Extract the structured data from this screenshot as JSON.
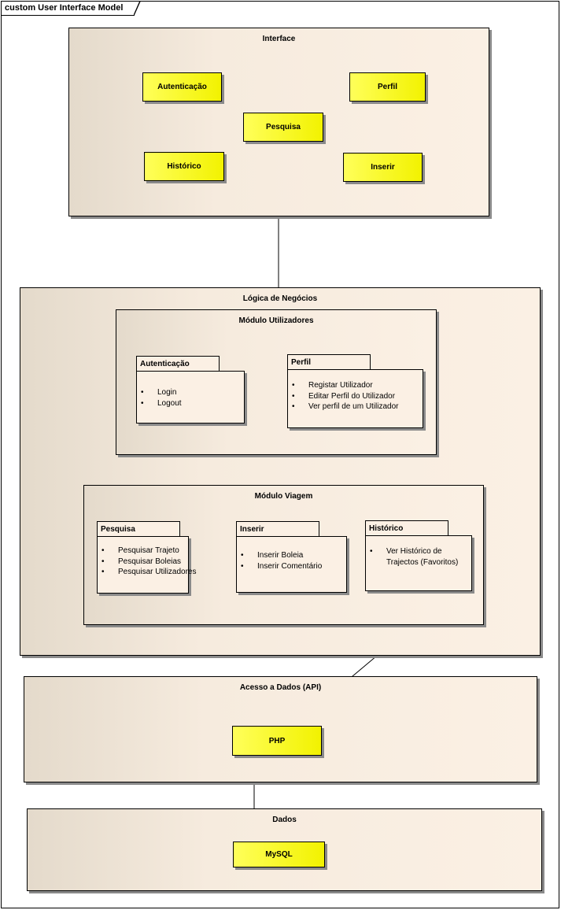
{
  "frame_title": "custom User Interface Model",
  "interface": {
    "title": "Interface",
    "components": [
      "Autenticação",
      "Perfil",
      "Pesquisa",
      "Histórico",
      "Inserir"
    ]
  },
  "logica": {
    "title": "Lógica de Negócios",
    "modulo_utilizadores": {
      "title": "Módulo Utilizadores",
      "autenticacao": {
        "title": "Autenticação",
        "items": [
          "Login",
          "Logout"
        ]
      },
      "perfil": {
        "title": "Perfil",
        "items": [
          "Registar Utilizador",
          "Editar Perfil do Utilizador",
          "Ver perfil de um Utilizador"
        ]
      }
    },
    "modulo_viagem": {
      "title": "Módulo Viagem",
      "pesquisa": {
        "title": "Pesquisa",
        "items": [
          "Pesquisar Trajeto",
          "Pesquisar Boleias",
          "Pesquisar Utilizadores"
        ]
      },
      "inserir": {
        "title": "Inserir",
        "items": [
          "Inserir Boleia",
          "Inserir Comentário"
        ]
      },
      "historico": {
        "title": "Histórico",
        "items": [
          "Ver Histórico de Trajectos (Favoritos)"
        ]
      }
    }
  },
  "acesso": {
    "title": "Acesso a Dados (API)",
    "component": "PHP"
  },
  "dados": {
    "title": "Dados",
    "component": "MySQL"
  }
}
